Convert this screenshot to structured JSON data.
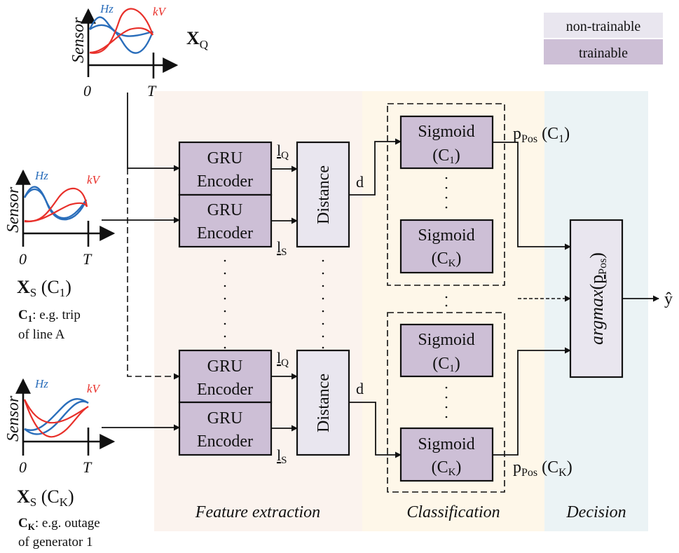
{
  "legend": {
    "non_trainable": "non-trainable",
    "trainable": "trainable",
    "colors": {
      "non_trainable": "#e9e6ef",
      "trainable": "#cdbfd6"
    }
  },
  "stages": {
    "feature_extraction": {
      "label": "Feature extraction",
      "color": "#fbf3ee"
    },
    "classification": {
      "label": "Classification",
      "color": "#fef7e9"
    },
    "decision": {
      "label": "Decision",
      "color": "#ebf3f5"
    }
  },
  "sensor_plots": {
    "y_label": "Sensor",
    "x_start": "0",
    "x_end": "T",
    "series_hz": "Hz",
    "series_kv": "kV",
    "colors": {
      "hz": "#2a6ebb",
      "kv": "#e8302a"
    }
  },
  "inputs": {
    "query": {
      "symbol": "X",
      "subscript": "Q"
    },
    "support_1": {
      "symbol": "X",
      "subscript": "S",
      "class_label": "(C",
      "class_sub": "1",
      "class_close": ")",
      "note_bold": "C",
      "note_bold_sub": "1",
      "note_line1": ": e.g. trip",
      "note_line2": "of line A"
    },
    "support_k": {
      "symbol": "X",
      "subscript": "S",
      "class_label": "(C",
      "class_sub": "K",
      "class_close": ")",
      "note_bold": "C",
      "note_bold_sub": "K",
      "note_line1": ": e.g. outage",
      "note_line2": "of generator 1"
    }
  },
  "encoders": {
    "line1": "GRU",
    "line2": "Encoder"
  },
  "embeddings": {
    "query": "l",
    "query_sub": "Q",
    "support": "l",
    "support_sub": "S"
  },
  "distance": {
    "label": "Distance",
    "output": "d"
  },
  "sigmoid": {
    "label": "Sigmoid",
    "c1": "(C",
    "c1_sub": "1",
    "ck": "(C",
    "ck_sub": "K",
    "close": ")"
  },
  "probabilities": {
    "p": "p",
    "p_sub": "Pos",
    "c1": "(C",
    "c1_sub": "1",
    "ck": "(C",
    "ck_sub": "K",
    "close": ")"
  },
  "decision": {
    "func": "argmax",
    "arg_open": "(",
    "arg": "p",
    "arg_sub": "Pos",
    "arg_close": ")",
    "output": "ŷ"
  }
}
